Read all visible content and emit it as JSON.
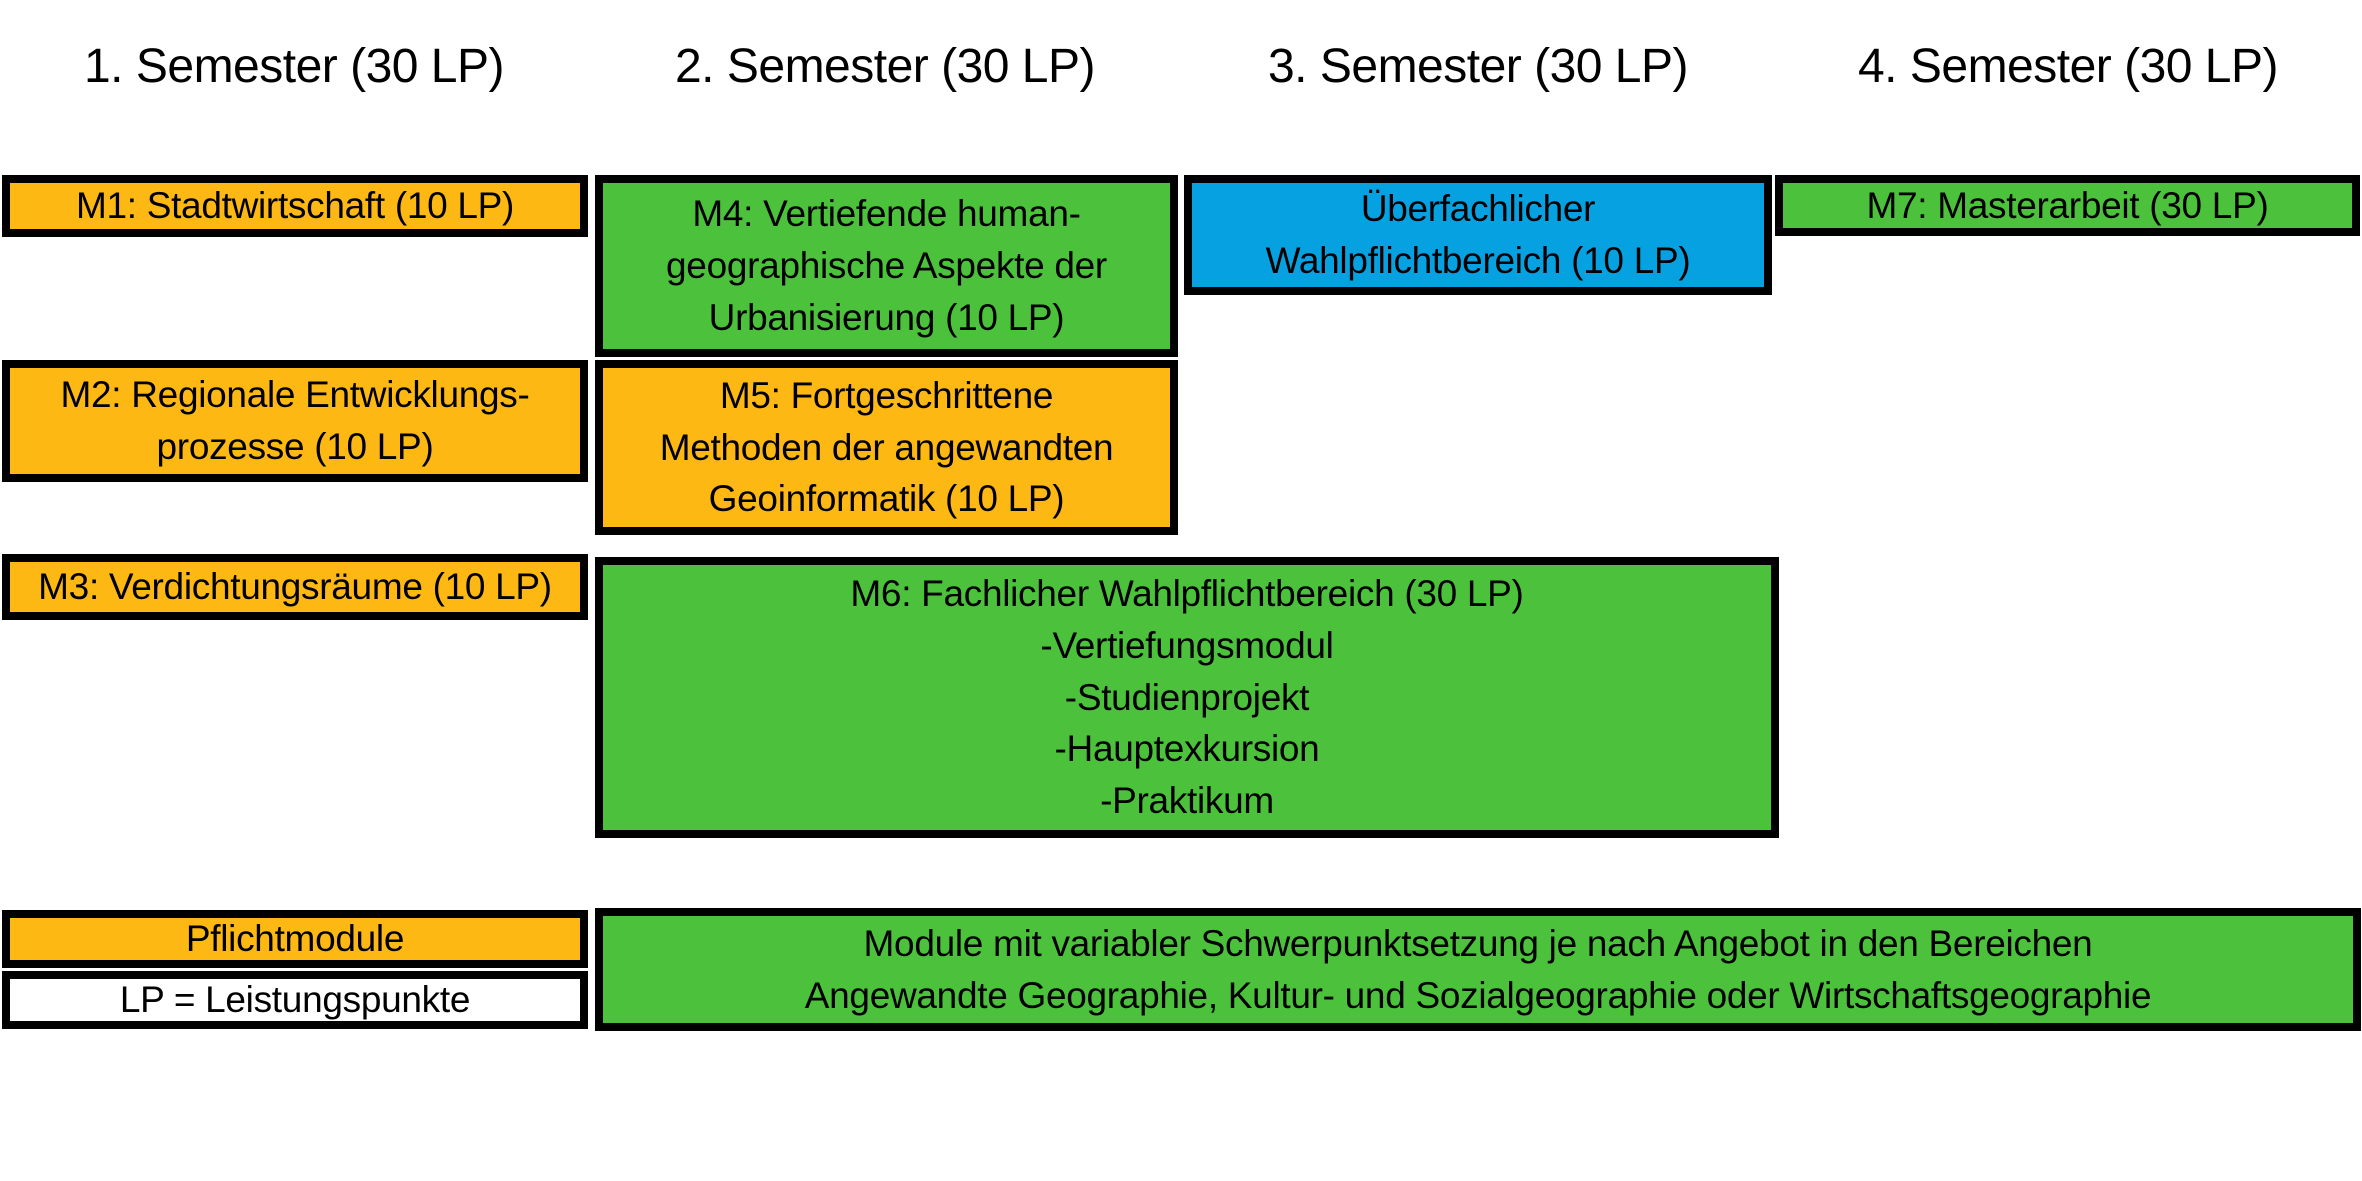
{
  "colors": {
    "orange": "#fdb813",
    "green": "#4cc13b",
    "blue": "#06a1e0",
    "white": "#ffffff",
    "border": "#000000",
    "text": "#000000",
    "background": "#ffffff"
  },
  "semester_headers": [
    {
      "label": "1. Semester (30 LP)"
    },
    {
      "label": "2. Semester (30 LP)"
    },
    {
      "label": "3. Semester (30 LP)"
    },
    {
      "label": "4. Semester (30 LP)"
    }
  ],
  "modules": {
    "m1": {
      "label": "M1: Stadtwirtschaft (10 LP)",
      "color": "orange",
      "semester": 1
    },
    "m2": {
      "label": "M2: Regionale Entwicklungs-\nprozesse (10 LP)",
      "color": "orange",
      "semester": 1
    },
    "m3": {
      "label": "M3: Verdichtungsräume (10 LP)",
      "color": "orange",
      "semester": 1
    },
    "m4": {
      "label": "M4: Vertiefende human-\ngeographische Aspekte der\nUrbanisierung (10 LP)",
      "color": "green",
      "semester": 2
    },
    "m5": {
      "label": "M5: Fortgeschrittene\nMethoden der angewandten\nGeoinformatik (10 LP)",
      "color": "orange",
      "semester": 2
    },
    "m6": {
      "label": "M6: Fachlicher Wahlpflichtbereich (30 LP)\n-Vertiefungsmodul\n-Studienprojekt\n-Hauptexkursion\n-Praktikum",
      "color": "green",
      "semester": "2-3"
    },
    "ueberfachlicher": {
      "label": "Überfachlicher\nWahlpflichtbereich (10 LP)",
      "color": "blue",
      "semester": 3
    },
    "m7": {
      "label": "M7: Masterarbeit (30 LP)",
      "color": "green",
      "semester": 4
    }
  },
  "legend": {
    "pflichtmodule": {
      "label": "Pflichtmodule",
      "color": "orange"
    },
    "lp_definition": {
      "label": "LP = Leistungspunkte",
      "color": "white"
    },
    "wahlmodule": {
      "label": "Module mit variabler Schwerpunktsetzung je nach Angebot in den Bereichen\nAngewandte Geographie, Kultur- und Sozialgeographie oder Wirtschaftsgeographie",
      "color": "green"
    }
  }
}
